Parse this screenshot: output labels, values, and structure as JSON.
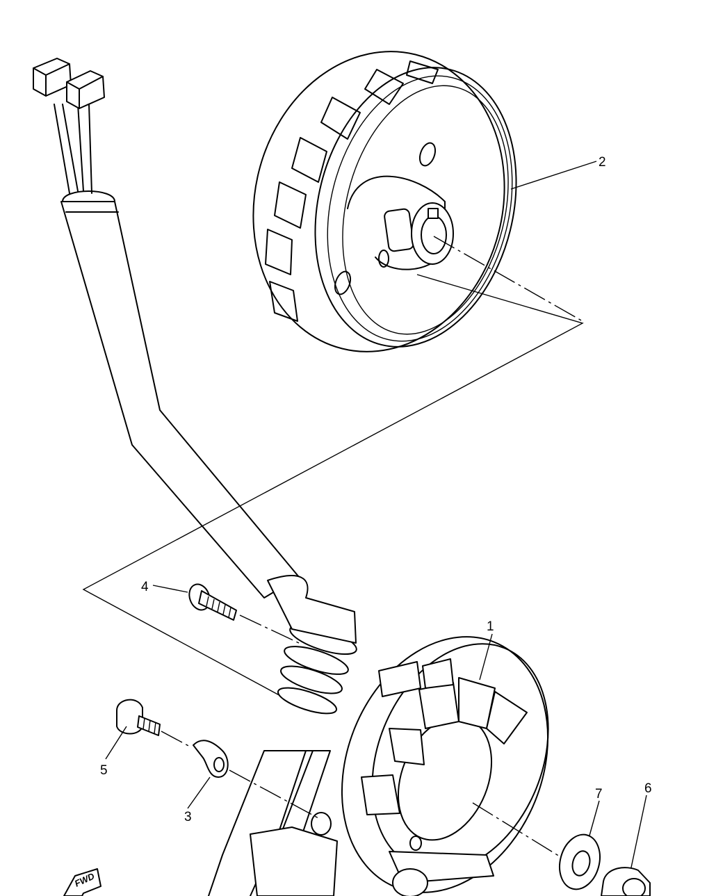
{
  "callouts": [
    {
      "id": "1",
      "label": "1"
    },
    {
      "id": "2",
      "label": "2"
    },
    {
      "id": "3",
      "label": "3"
    },
    {
      "id": "4",
      "label": "4"
    },
    {
      "id": "5",
      "label": "5"
    },
    {
      "id": "6",
      "label": "6"
    },
    {
      "id": "7",
      "label": "7"
    }
  ],
  "direction_marker": {
    "label": "FWD",
    "icon": "forward-arrow-icon"
  }
}
